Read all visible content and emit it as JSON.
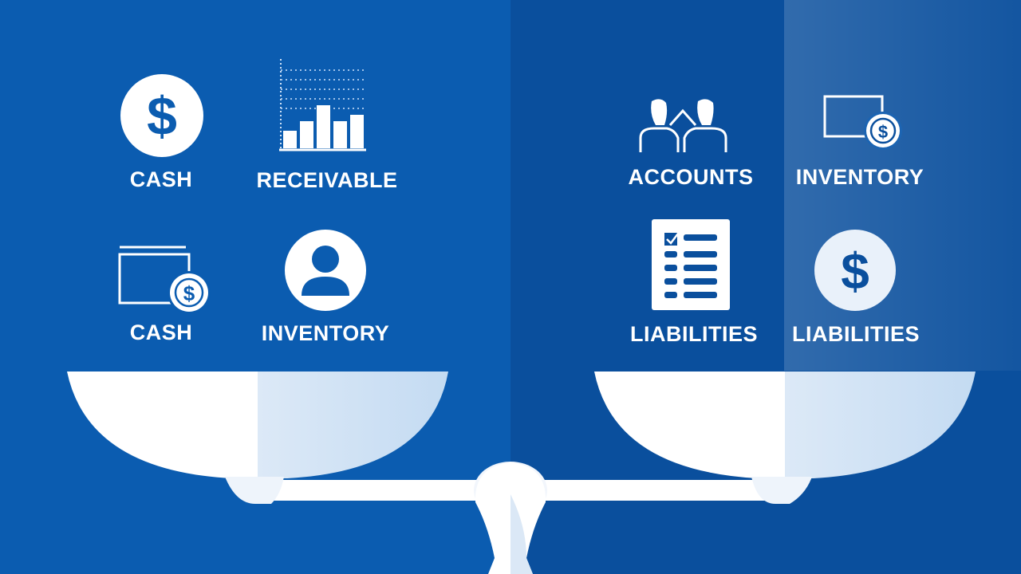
{
  "left_pan": {
    "items": [
      {
        "label": "CASH",
        "icon": "dollar-coin-icon"
      },
      {
        "label": "RECEIVABLE",
        "icon": "bar-chart-icon"
      },
      {
        "label": "CASH",
        "icon": "wallet-dollar-icon"
      },
      {
        "label": "INVENTORY",
        "icon": "person-icon"
      }
    ]
  },
  "right_pan": {
    "items": [
      {
        "label": "ACCOUNTS",
        "icon": "people-icon"
      },
      {
        "label": "INVENTORY",
        "icon": "wallet-coin-icon"
      },
      {
        "label": "LIABILITIES",
        "icon": "checklist-document-icon"
      },
      {
        "label": "LIABILITIES",
        "icon": "dollar-coin-icon"
      }
    ]
  },
  "colors": {
    "left_bg": "#0b5cb0",
    "right_bg": "#0a4f9d",
    "scale": "#ffffff"
  }
}
